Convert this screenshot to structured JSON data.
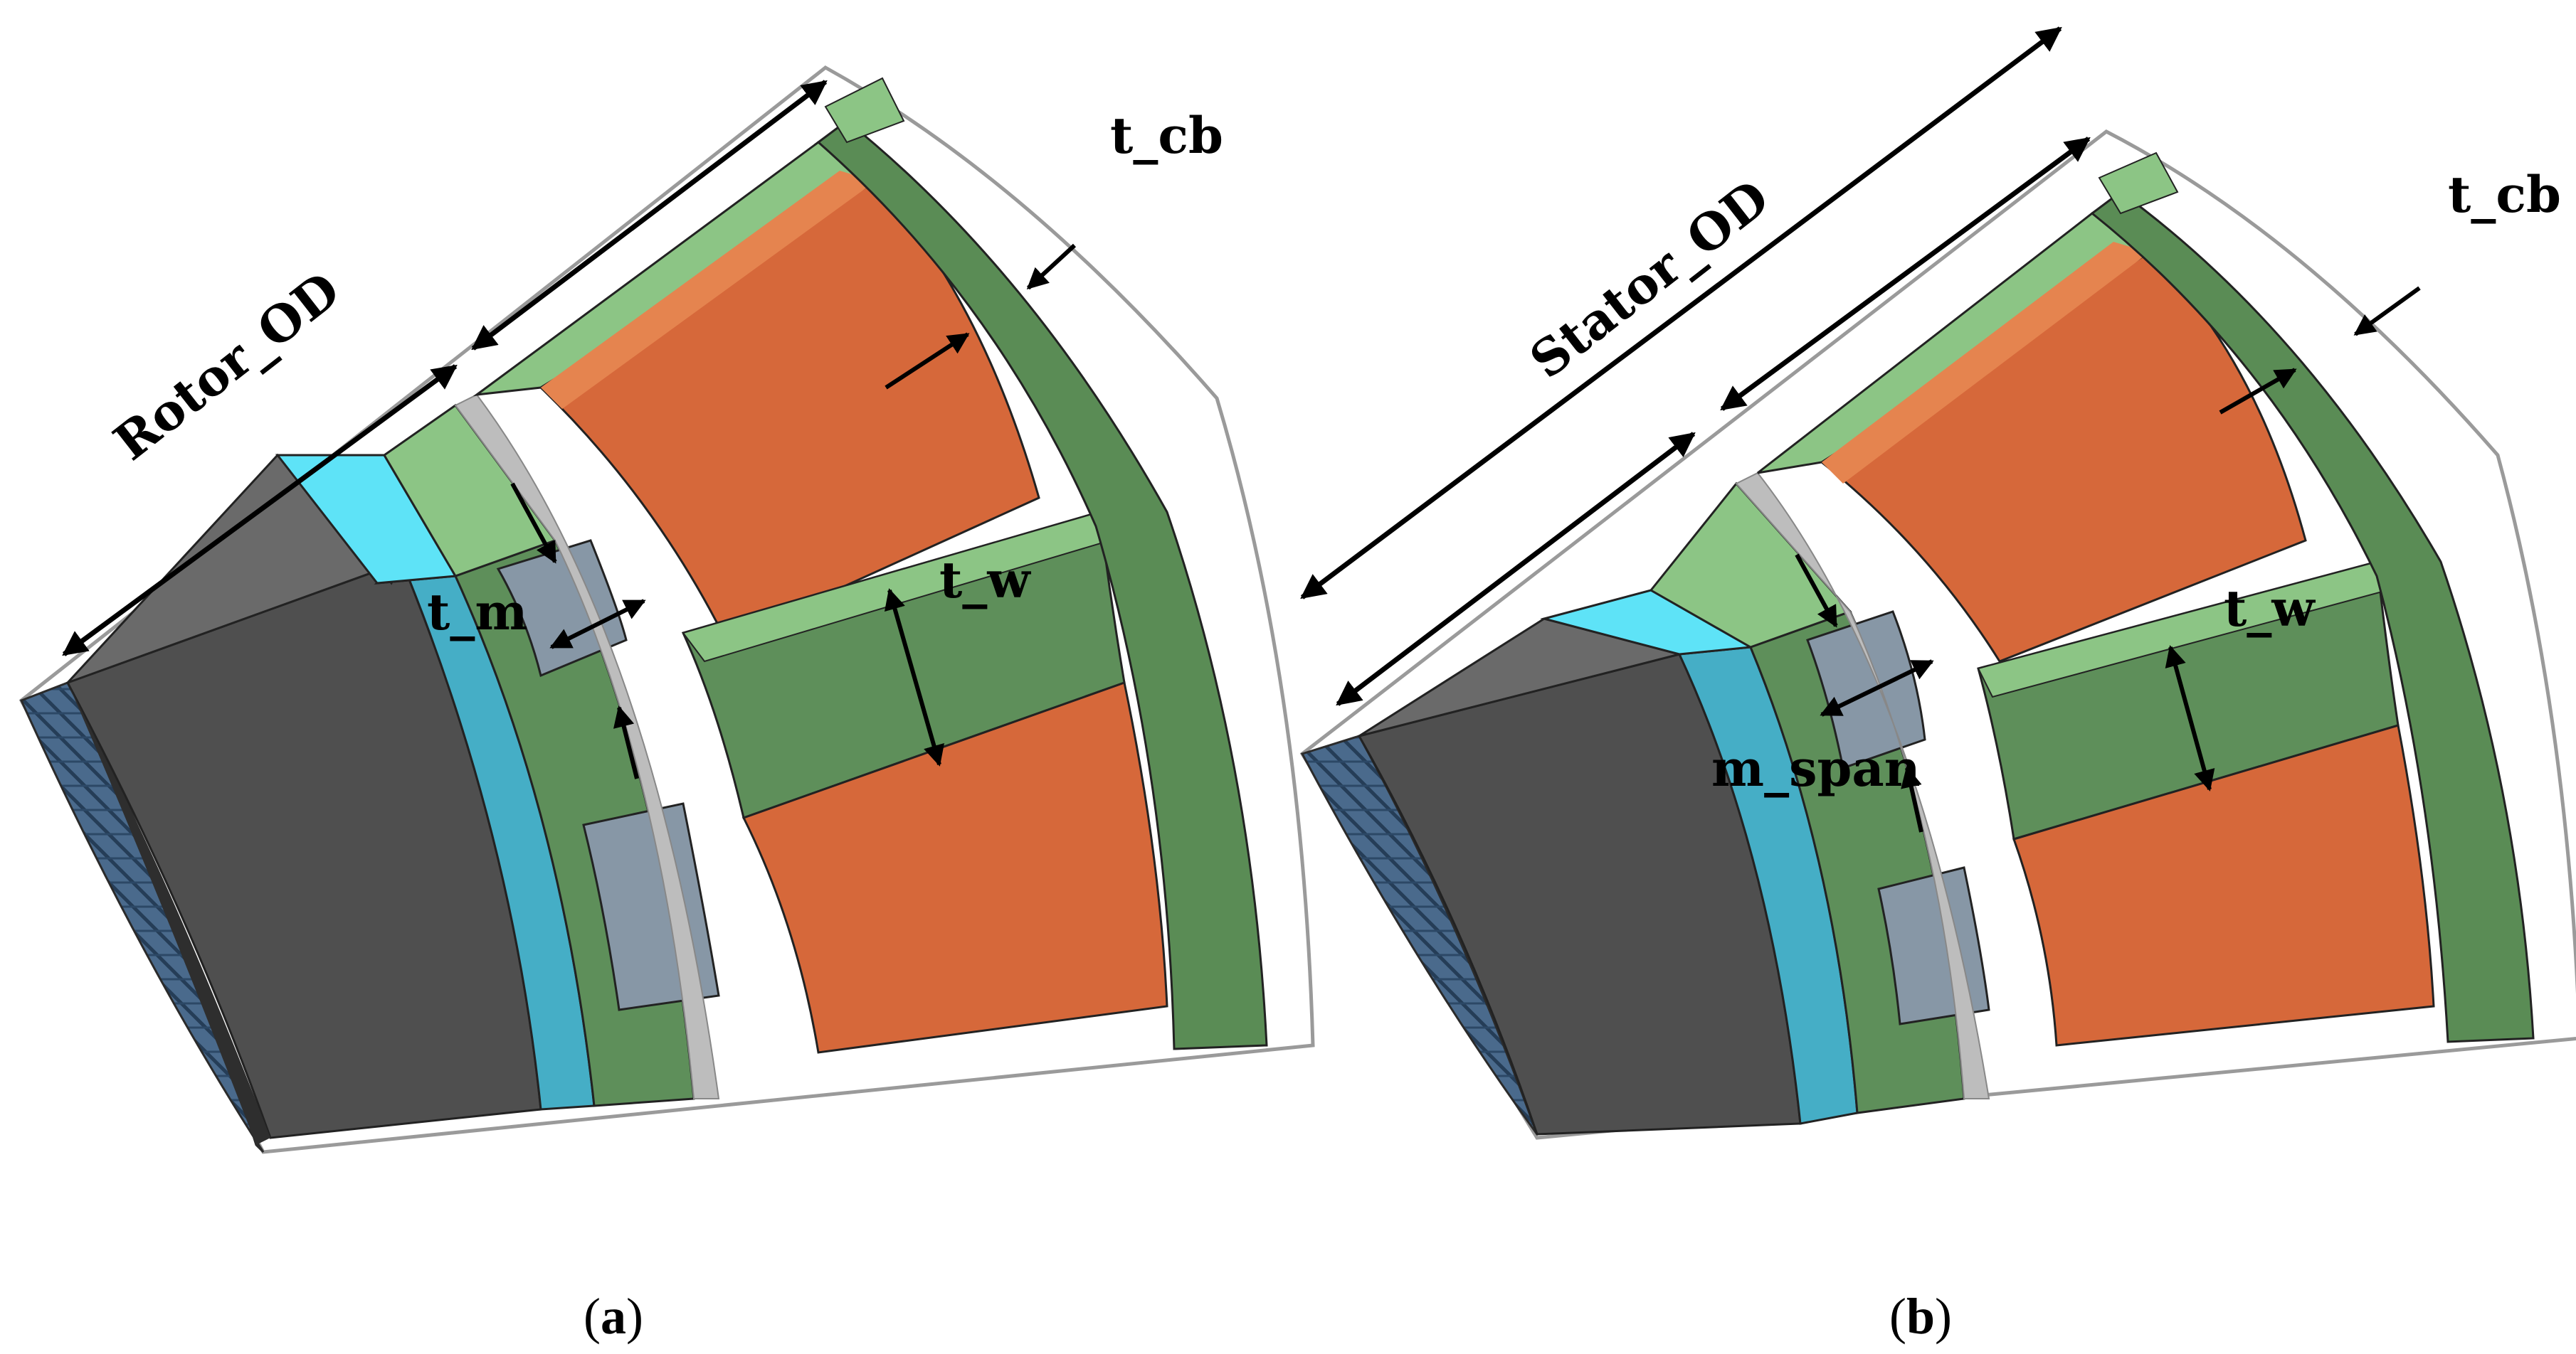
{
  "panels": [
    {
      "id": "a",
      "caption_letter": "a",
      "labels": {
        "od": "Rotor_OD",
        "t_cb": "t_cb",
        "t_m": "t_m",
        "t_w": "t_w"
      }
    },
    {
      "id": "b",
      "caption_letter": "b",
      "labels": {
        "od": "Stator_OD",
        "t_cb": "t_cb",
        "m_span": "m_span",
        "t_w": "t_w"
      }
    }
  ],
  "colors": {
    "shaft_dark": "#3f3f3f",
    "shaft_mid": "#4f4f4f",
    "shaft_top": "#6a6a6a",
    "rotor_blue": "#45aec6",
    "rotor_blue_top": "#5ee3f7",
    "green_dark": "#5e8f5a",
    "green_light": "#8cc585",
    "magnet_grey": "#8797a6",
    "copper_orange": "#d6683a",
    "copper_top": "#e5844f",
    "frame_green": "#5a8c55",
    "gap_grey": "#bdbdbd",
    "laminate_blue": "#3f5e80"
  }
}
